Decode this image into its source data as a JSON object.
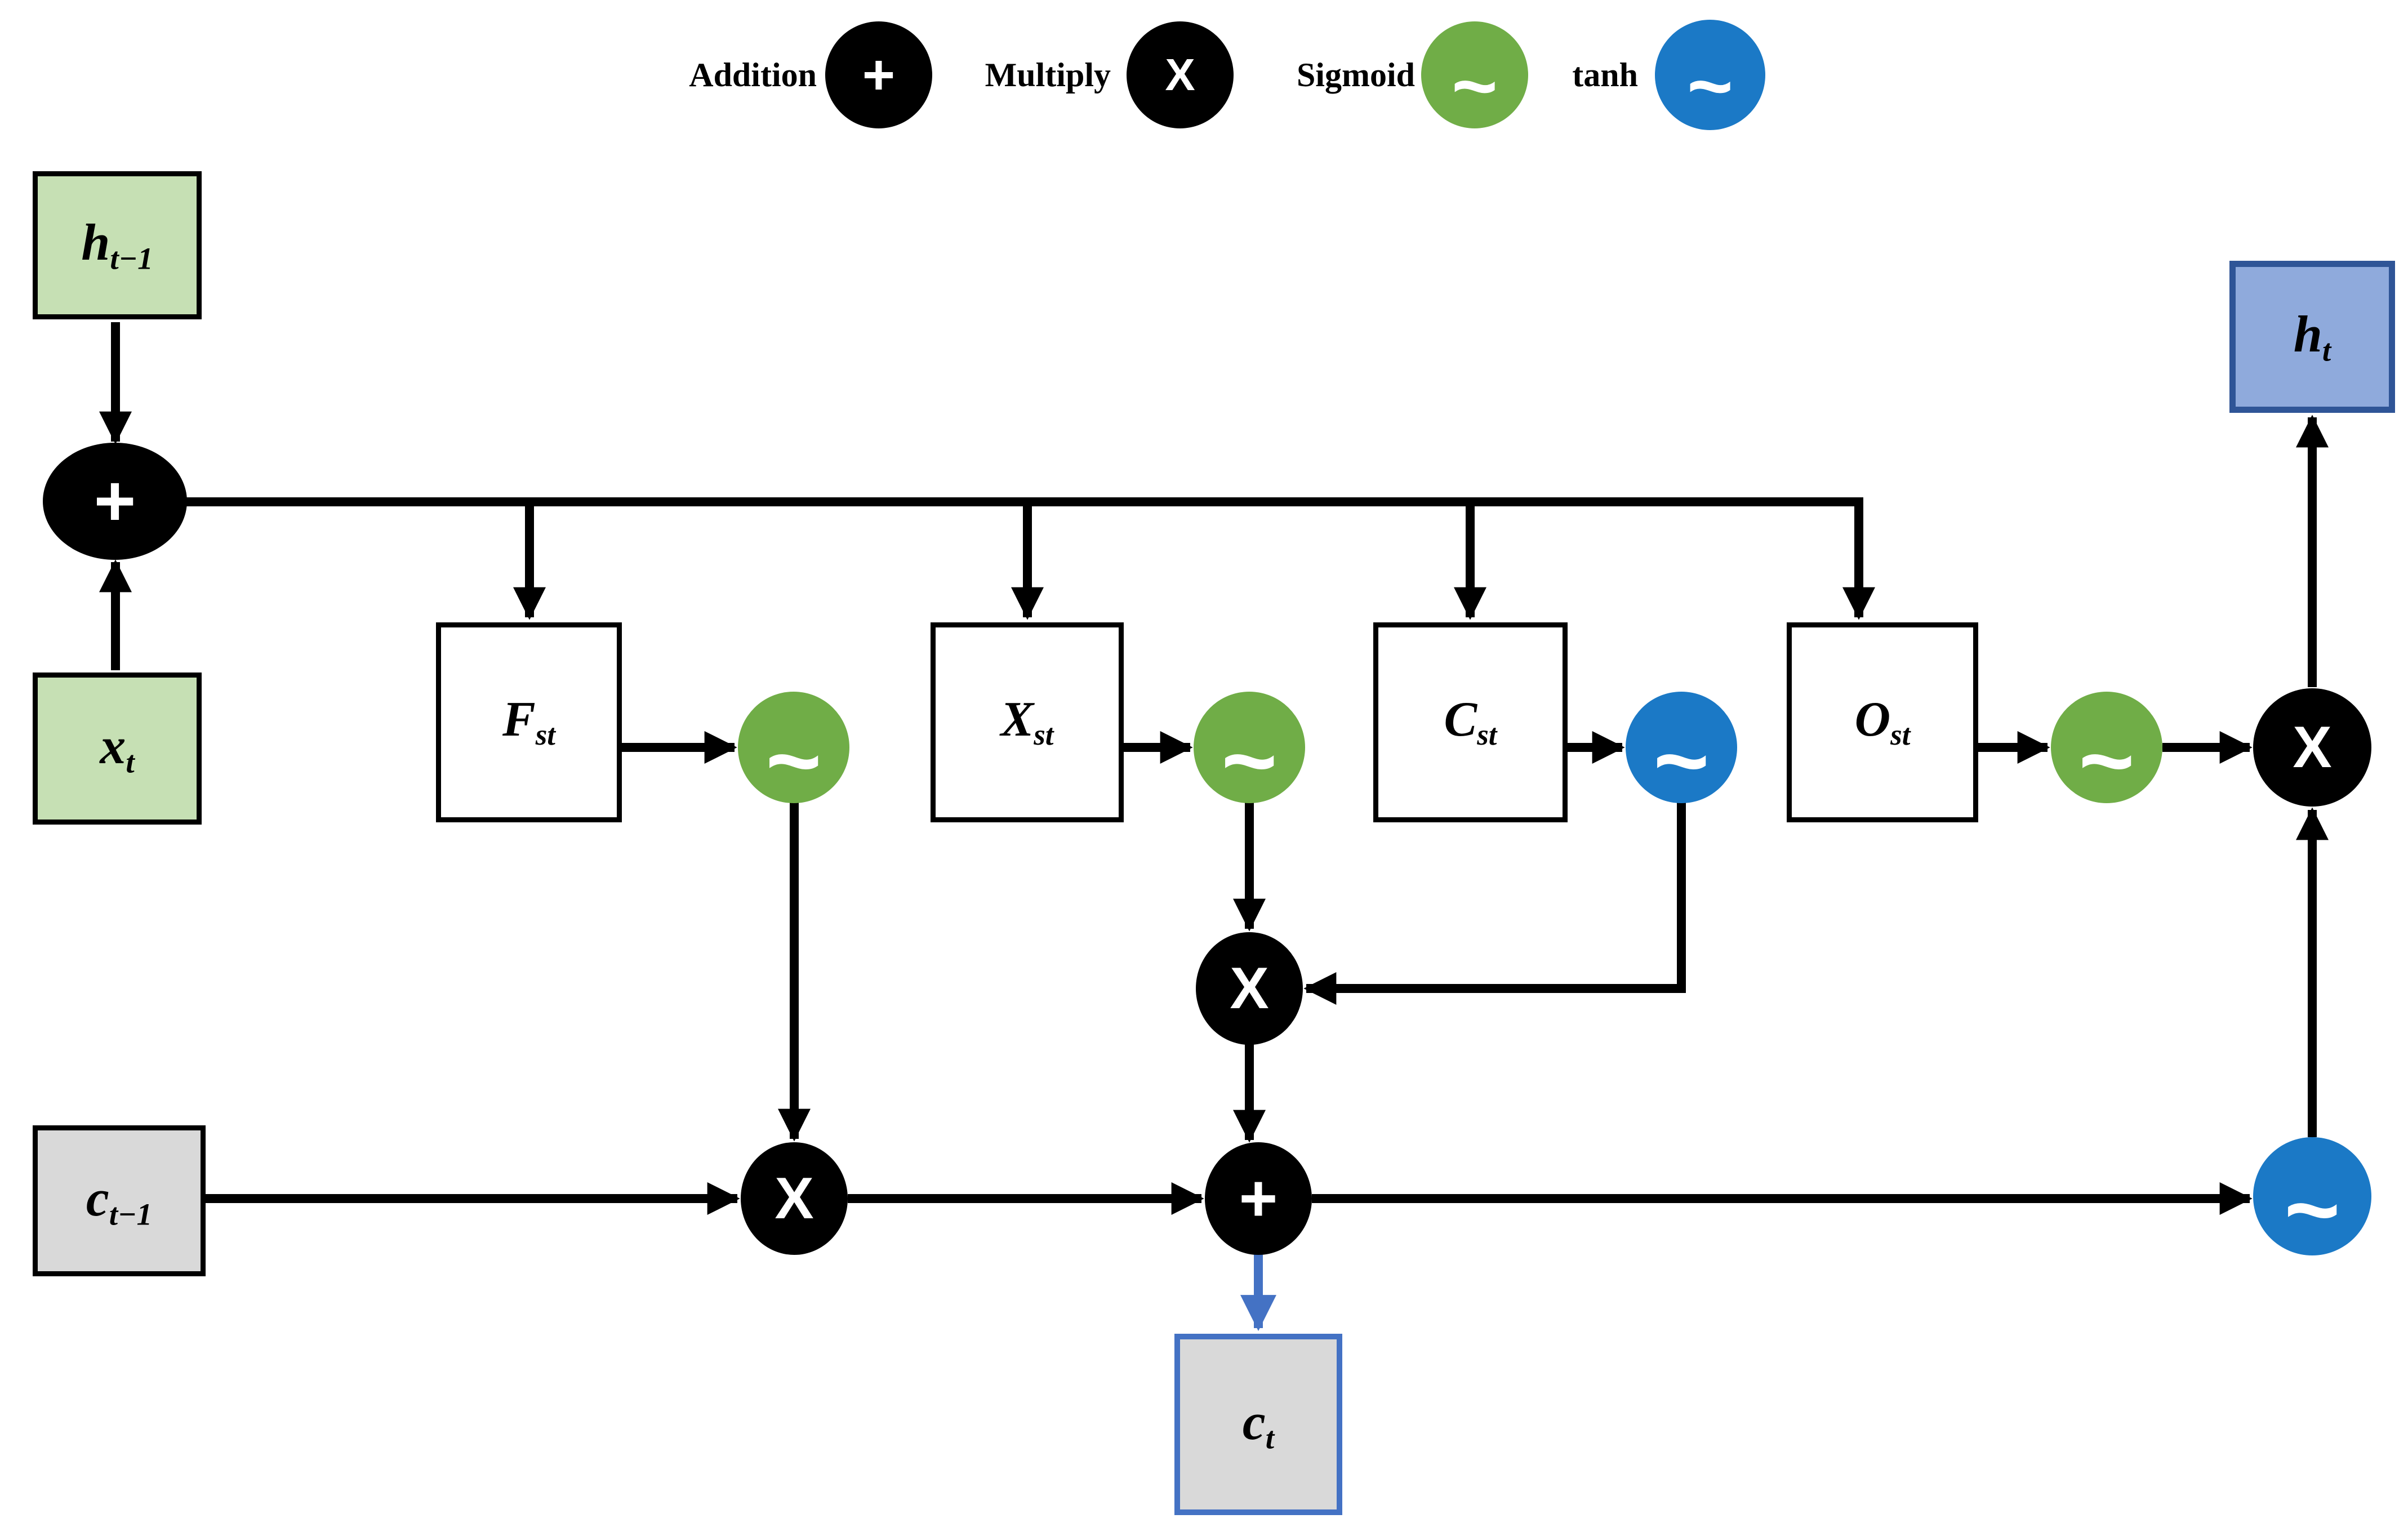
{
  "legend": {
    "items": [
      {
        "label": "Addition",
        "symbol": "+"
      },
      {
        "label": "Multiply",
        "symbol": "X"
      },
      {
        "label": "Sigmoid",
        "symbol": "~"
      },
      {
        "label": "tanh",
        "symbol": "~"
      }
    ]
  },
  "nodes": {
    "h_prev": {
      "base": "h",
      "sub": "t−1"
    },
    "x_input": {
      "base": "x",
      "sub": "t"
    },
    "c_prev": {
      "base": "c",
      "sub": "t−1"
    },
    "c_out": {
      "base": "c",
      "sub": "t"
    },
    "h_out": {
      "base": "h",
      "sub": "t"
    },
    "gate_f": {
      "base": "F",
      "sub": "st"
    },
    "gate_x": {
      "base": "X",
      "sub": "st"
    },
    "gate_c": {
      "base": "C",
      "sub": "st"
    },
    "gate_o": {
      "base": "O",
      "sub": "st"
    }
  },
  "operators": {
    "input_sum": "+",
    "sigmoid_f": "~",
    "sigmoid_x": "~",
    "tanh_c": "~",
    "sigmoid_o": "~",
    "output_mult": "X",
    "candidate_mult": "X",
    "forget_mult": "X",
    "cell_sum": "+",
    "tanh_out": "~"
  },
  "colors": {
    "black": "#000000",
    "white": "#ffffff",
    "green_circle": "#70AD47",
    "blue_circle": "#1B79C6",
    "box_green": "#C6E0B4",
    "box_gray": "#D9D9D9",
    "h_out_fill": "#8FAADC",
    "h_out_border": "#2F5597",
    "c_out_border": "#4472C4",
    "blue_arrow": "#4472C4"
  }
}
